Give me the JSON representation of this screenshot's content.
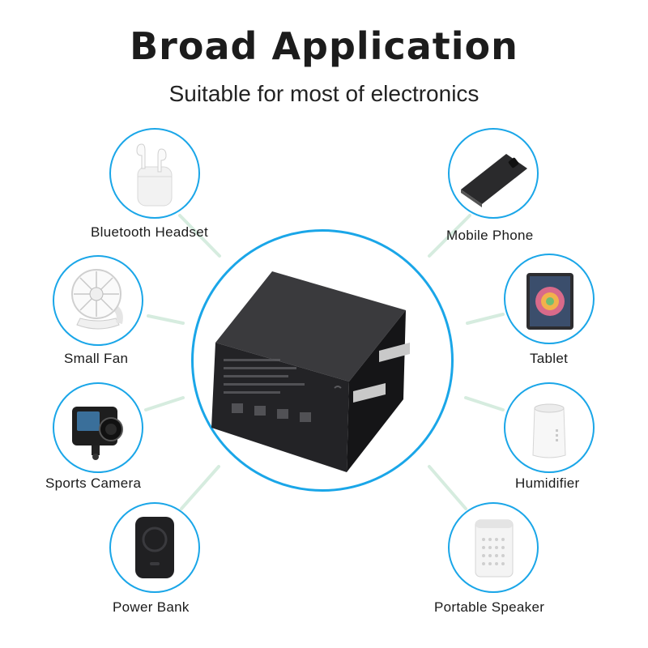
{
  "header": {
    "title": "Broad Application",
    "subtitle": "Suitable for most of electronics"
  },
  "devices": [
    {
      "label": "Bluetooth Headset",
      "icon": "earbuds-icon"
    },
    {
      "label": "Small Fan",
      "icon": "fan-icon"
    },
    {
      "label": "Sports Camera",
      "icon": "action-camera-icon"
    },
    {
      "label": "Power Bank",
      "icon": "power-bank-icon"
    },
    {
      "label": "Mobile Phone",
      "icon": "phone-icon"
    },
    {
      "label": "Tablet",
      "icon": "tablet-icon"
    },
    {
      "label": "Humidifier",
      "icon": "humidifier-icon"
    },
    {
      "label": "Portable Speaker",
      "icon": "speaker-icon"
    }
  ],
  "colors": {
    "ring": "#1aa6e8",
    "connector": "#d6ecdf",
    "product": "#1d1d1f"
  }
}
